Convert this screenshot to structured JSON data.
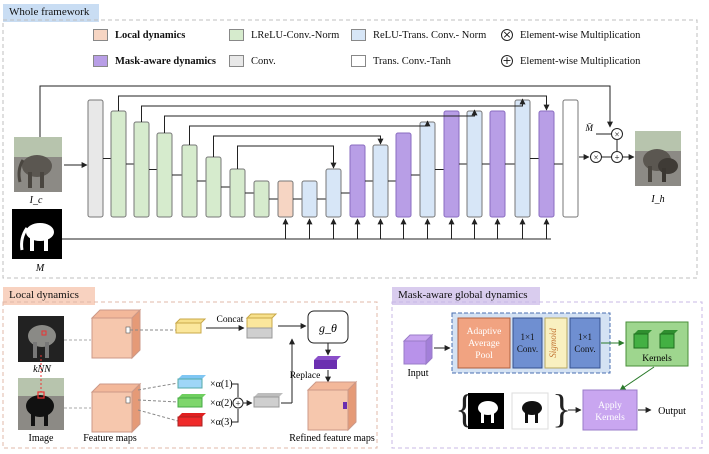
{
  "headers": {
    "whole": "Whole framework",
    "local": "Local dynamics",
    "mask": "Mask-aware global dynamics"
  },
  "legend": {
    "local": "Local dynamics",
    "mask": "Mask-aware dynamics",
    "lrelu": "LReLU-Conv.-Norm",
    "conv": "Conv.",
    "relu": "ReLU-Trans. Conv.- Norm",
    "tanh": "Trans. Conv.-Tanh",
    "mult": "Element-wise Multiplication",
    "add": "Element-wise Multiplication"
  },
  "colors": {
    "local": "#f6d5c3",
    "mask": "#b89ee6",
    "lrelu": "#d6ebcd",
    "conv": "#e8e8e8",
    "relu": "#d7e6f7",
    "tanh": "#ffffff",
    "adaptive_pool": "#f1a381",
    "conv1x1": "#6f8fd1",
    "sigmoid": "#f9f0c0",
    "kernels": "#4fbf45",
    "apply": "#c9a6f0"
  },
  "whole": {
    "input_image": "I_c",
    "mask": "M",
    "output": "I_h",
    "mask_bar": "M̄"
  },
  "local_dyn": {
    "knn": "kNN",
    "image": "Image",
    "feature_maps": "Feature maps",
    "concat": "Concat",
    "g_theta": "g_θ",
    "replace": "Replace",
    "refined": "Refined feature maps",
    "alpha1": "×α(1)",
    "alpha2": "×α(2)",
    "alpha3": "×α(3)"
  },
  "mask_dyn": {
    "input": "Input",
    "adaptive_pool": "Adaptive Average Pool",
    "conv1": "1×1 Conv.",
    "sigmoid": "Sigmoid",
    "conv2": "1×1 Conv.",
    "kernels": "Kernels",
    "apply": "Apply Kernels",
    "output": "Output"
  }
}
